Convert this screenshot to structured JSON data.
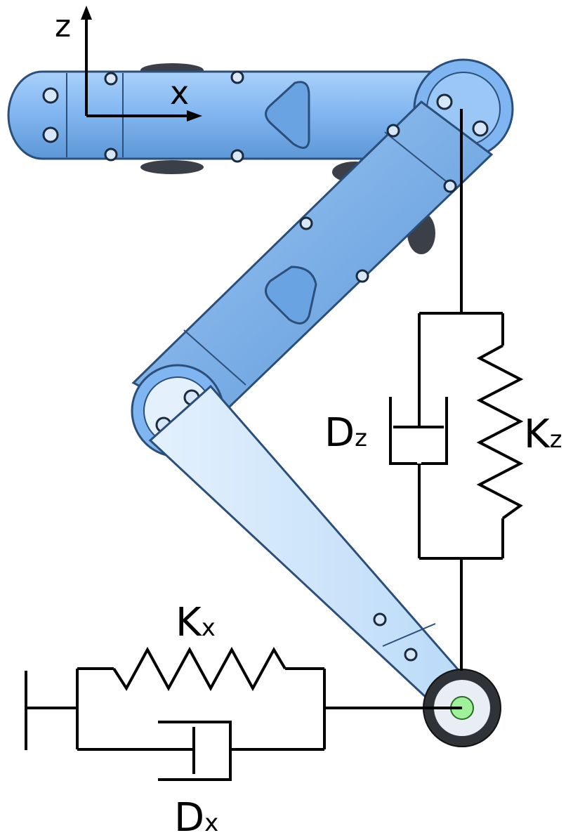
{
  "axes": {
    "z_label": "z",
    "x_label": "x"
  },
  "labels": {
    "kz": {
      "main": "K",
      "sub": "z"
    },
    "dz": {
      "main": "D",
      "sub": "z"
    },
    "kx": {
      "main": "K",
      "sub": "x"
    },
    "dx": {
      "main": "D",
      "sub": "x"
    }
  },
  "colors": {
    "link_blue": "#7fb5f0",
    "link_blue_dark": "#4f86c7",
    "link_light": "#cfe6fb",
    "outline": "#2b4f7a",
    "line": "#000000"
  }
}
